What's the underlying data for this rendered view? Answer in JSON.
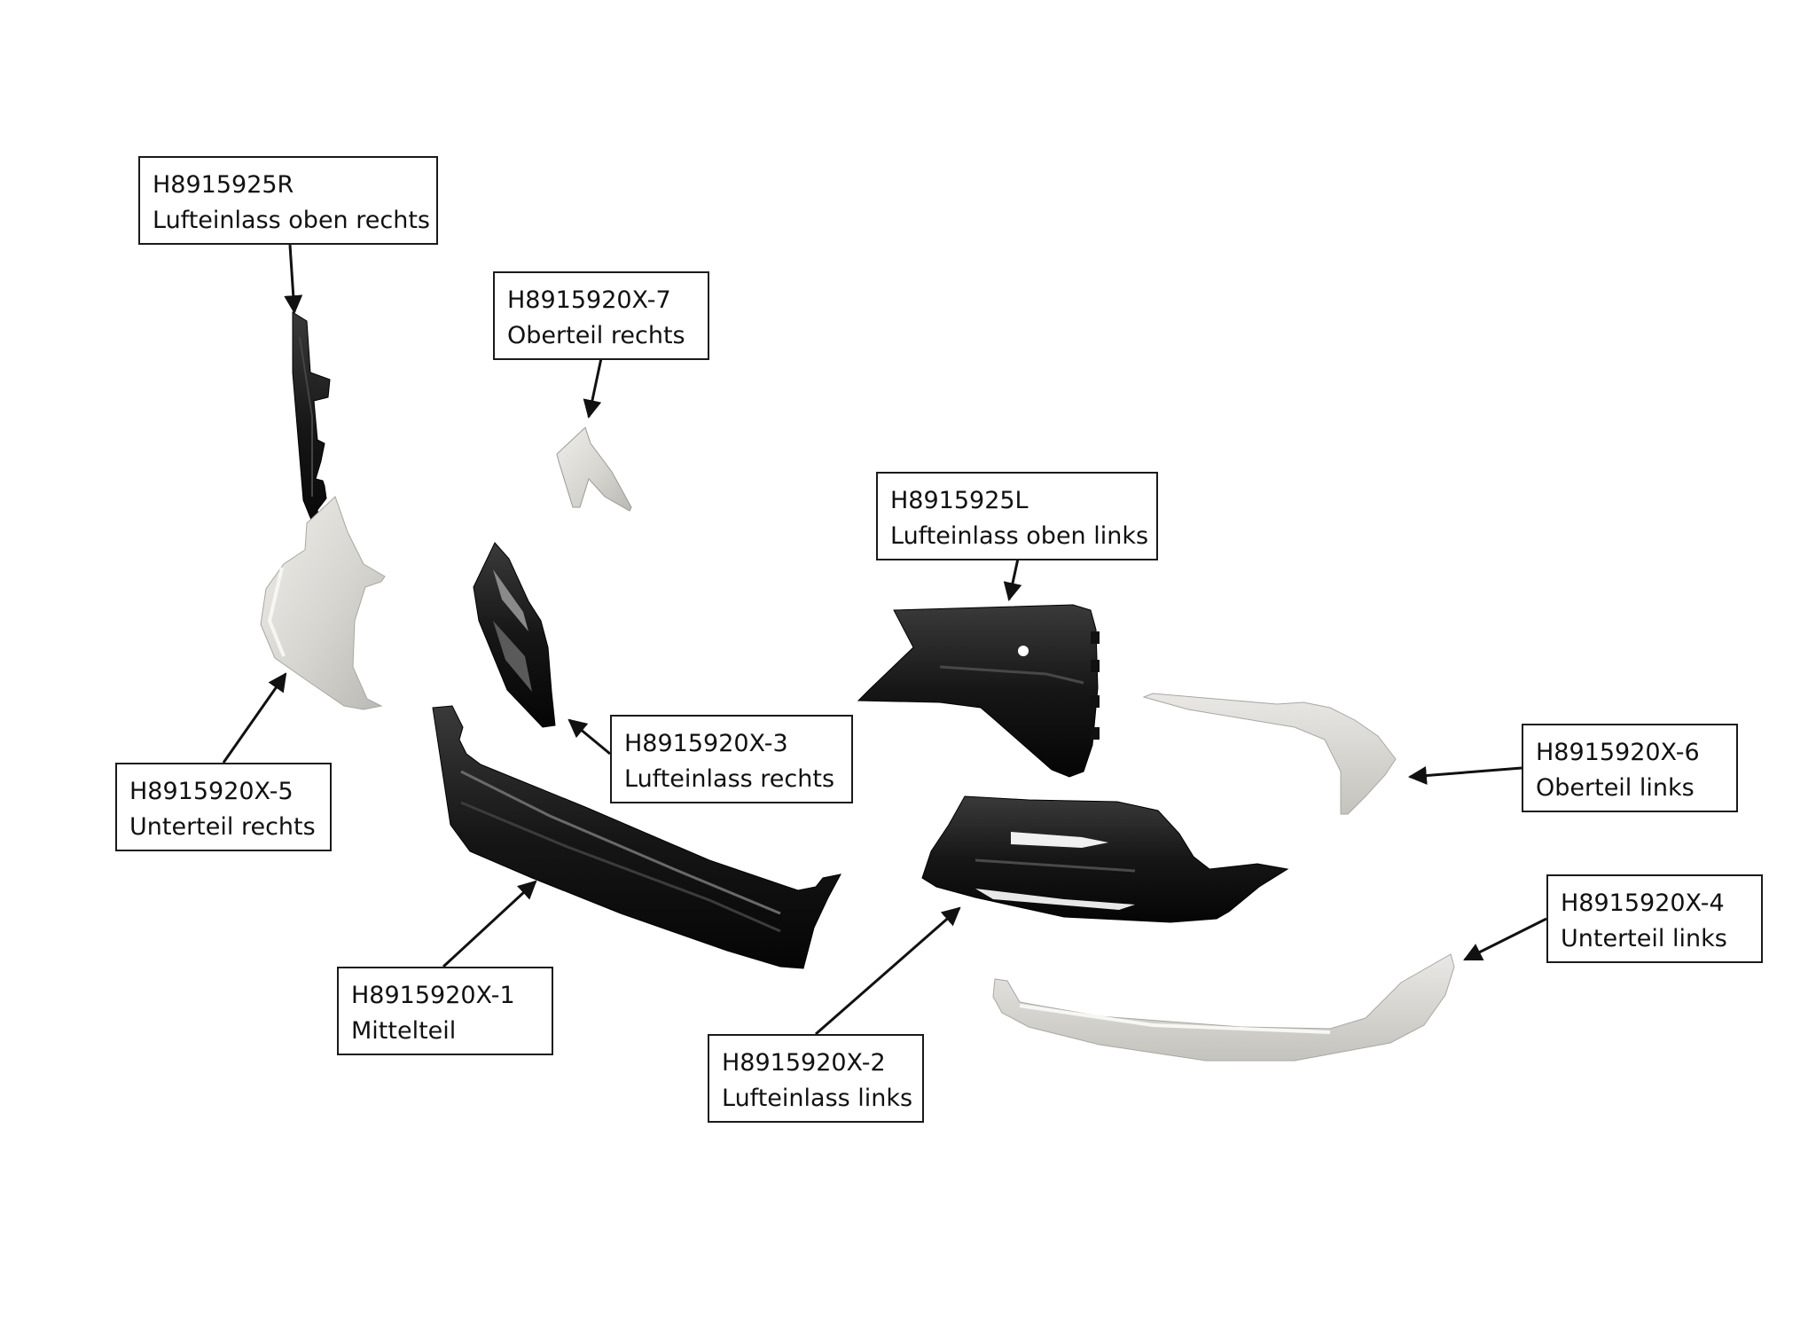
{
  "colors": {
    "background": "#ffffff",
    "dark_part": "#151515",
    "light_part": "#d9d8d4",
    "box_border": "#1a1a1a",
    "text": "#111111",
    "arrow": "#111111"
  },
  "callouts": [
    {
      "id": "h8915925r",
      "part_number": "H8915925R",
      "description": "Lufteinlass oben rechts"
    },
    {
      "id": "h8915920x-7",
      "part_number": "H8915920X-7",
      "description": "Oberteil rechts"
    },
    {
      "id": "h8915925l",
      "part_number": "H8915925L",
      "description": "Lufteinlass oben links"
    },
    {
      "id": "h8915920x-5",
      "part_number": "H8915920X-5",
      "description": "Unterteil rechts"
    },
    {
      "id": "h8915920x-3",
      "part_number": "H8915920X-3",
      "description": "Lufteinlass rechts"
    },
    {
      "id": "h8915920x-6",
      "part_number": "H8915920X-6",
      "description": "Oberteil links"
    },
    {
      "id": "h8915920x-4",
      "part_number": "H8915920X-4",
      "description": "Unterteil links"
    },
    {
      "id": "h8915920x-1",
      "part_number": "H8915920X-1",
      "description": "Mittelteil"
    },
    {
      "id": "h8915920x-2",
      "part_number": "H8915920X-2",
      "description": "Lufteinlass links"
    }
  ]
}
